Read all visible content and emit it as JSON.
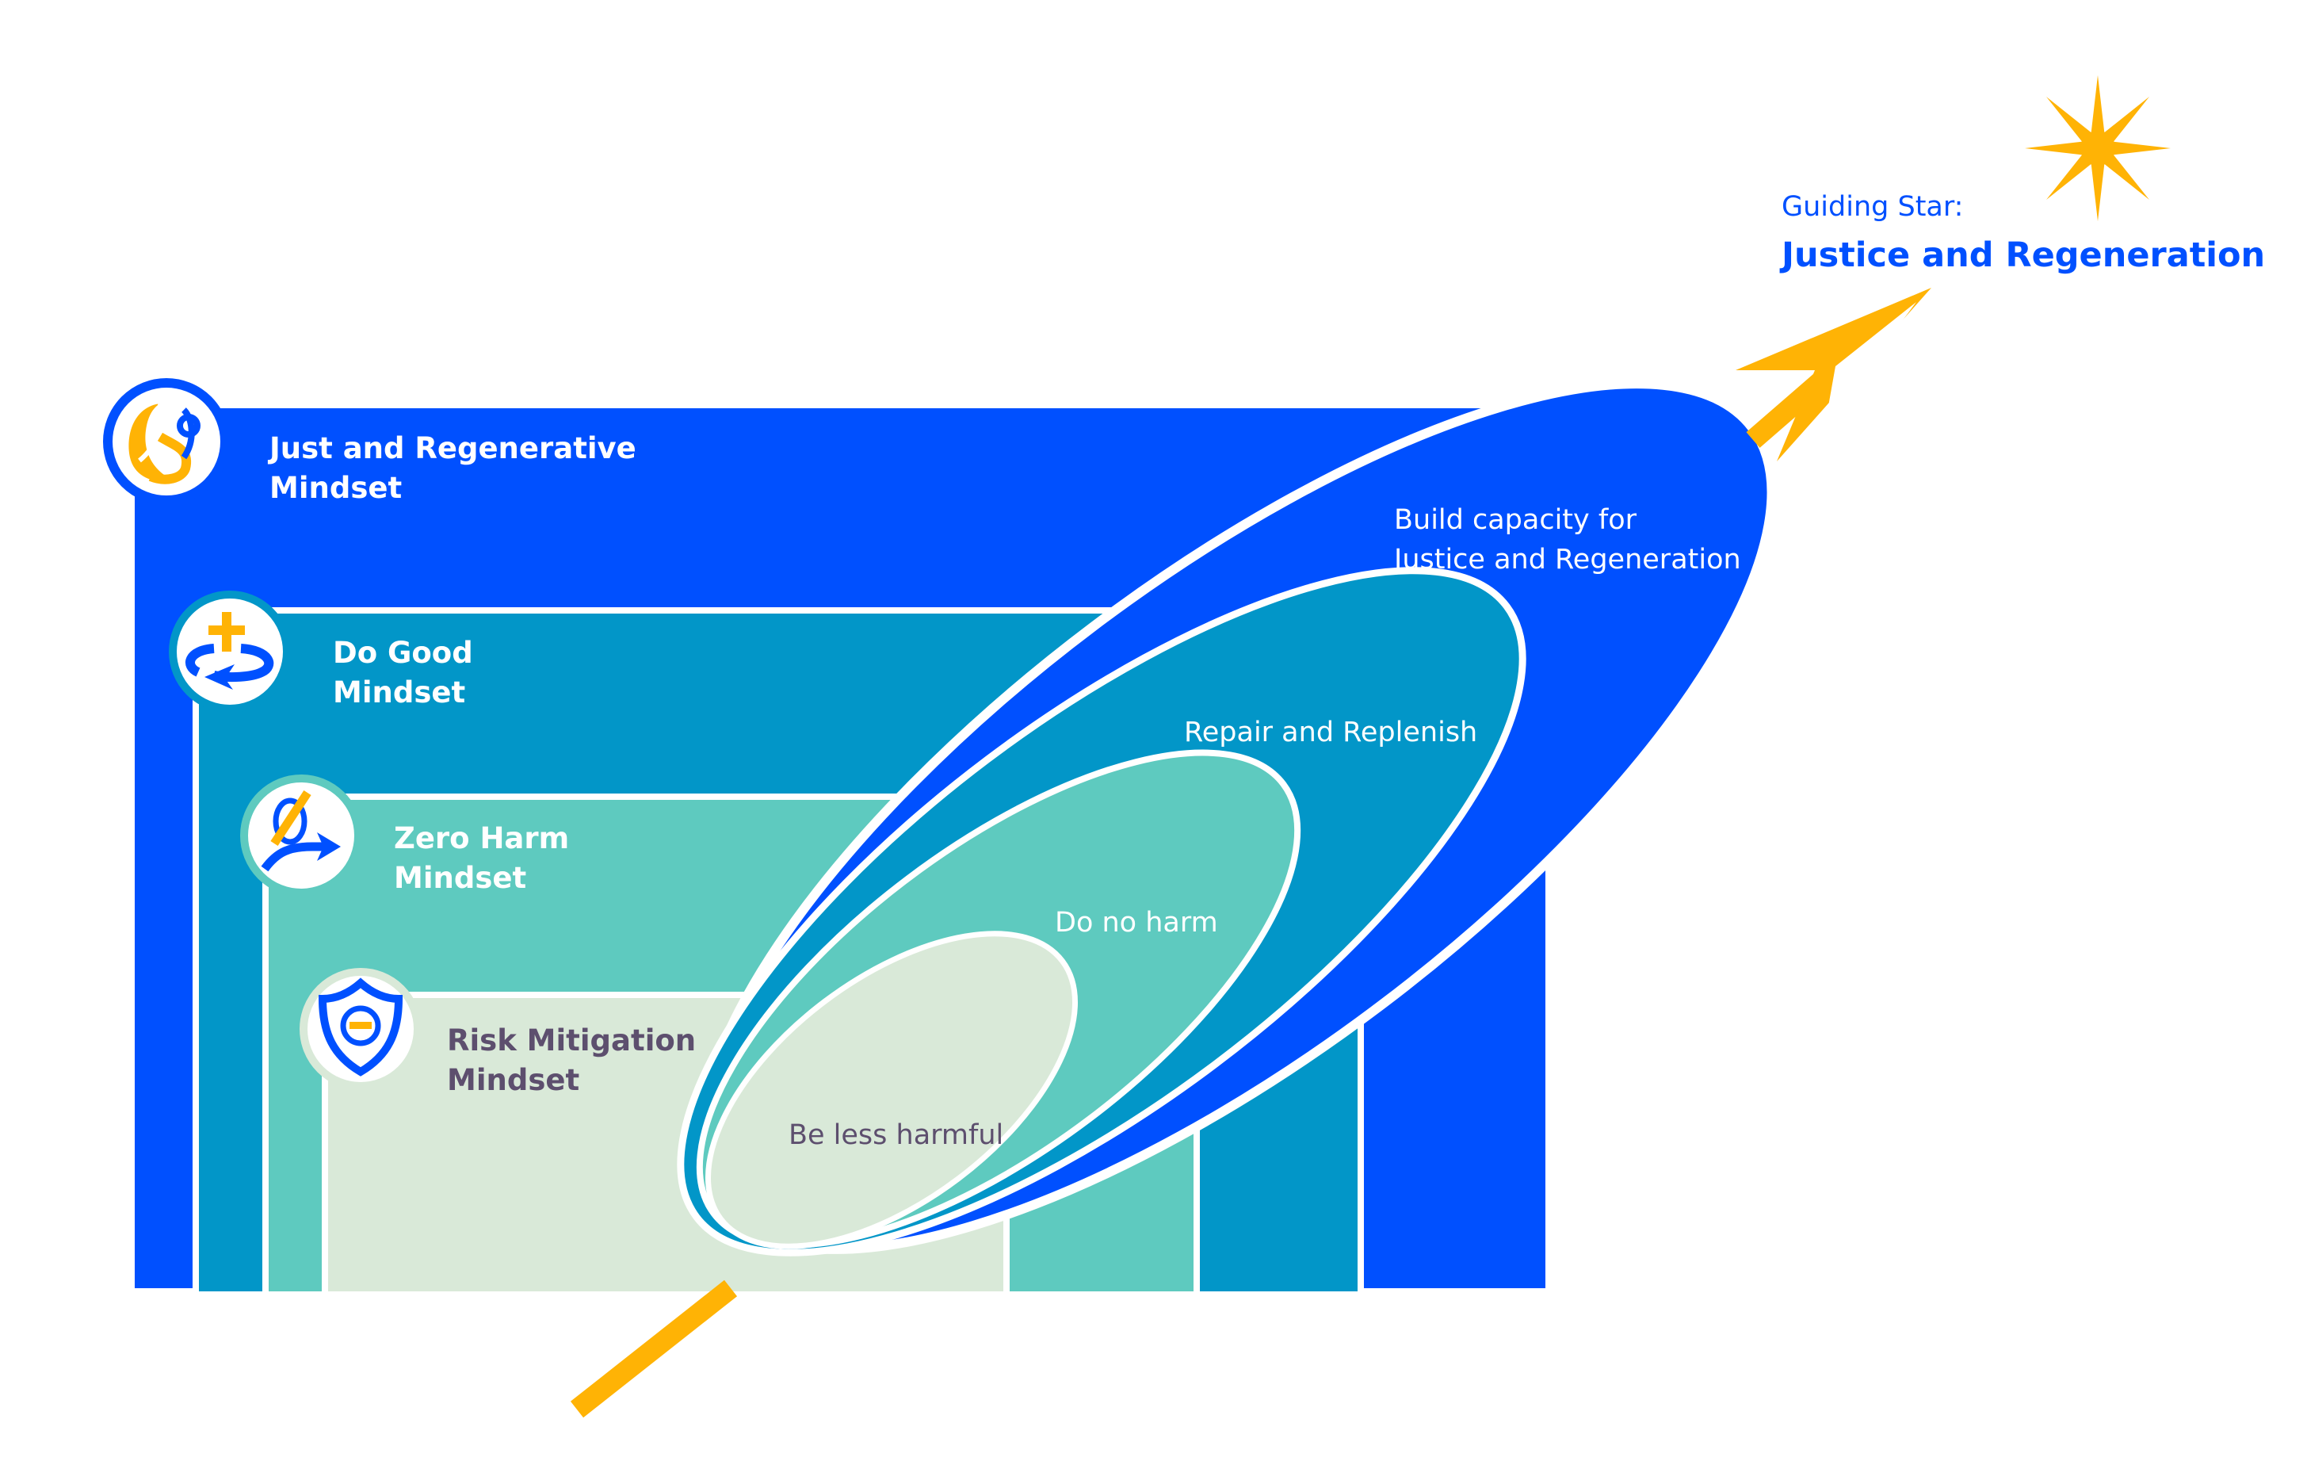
{
  "colors": {
    "just_regenerative": "#0050ff",
    "do_good": "#0296c8",
    "zero_harm": "#5ecabf",
    "risk_mitigation": "#d9e9d8",
    "accent_gold": "#ffb305",
    "dark_text": "#5d4f6e",
    "white": "#ffffff"
  },
  "guiding_star": {
    "prefix": "Guiding Star:",
    "title": "Justice and Regeneration",
    "icon": "eight-point-star-icon"
  },
  "mindsets": [
    {
      "id": "just-regenerative",
      "title_line1": "Just and Regenerative",
      "title_line2": "Mindset",
      "icon": "leaf-person-icon",
      "action_line1": "Build capacity for",
      "action_line2": "Justice and Regeneration"
    },
    {
      "id": "do-good",
      "title_line1": "Do Good",
      "title_line2": "Mindset",
      "icon": "plus-cycle-icon",
      "action_line1": "Repair and Replenish",
      "action_line2": ""
    },
    {
      "id": "zero-harm",
      "title_line1": "Zero Harm",
      "title_line2": "Mindset",
      "icon": "zero-arrow-icon",
      "action_line1": "Do no harm",
      "action_line2": ""
    },
    {
      "id": "risk-mitigation",
      "title_line1": "Risk Mitigation",
      "title_line2": "Mindset",
      "icon": "shield-minus-icon",
      "action_line1": "Be less harmful",
      "action_line2": ""
    }
  ],
  "trajectory_arrow": {
    "icon": "arrow-icon",
    "direction": "toward guiding star"
  }
}
